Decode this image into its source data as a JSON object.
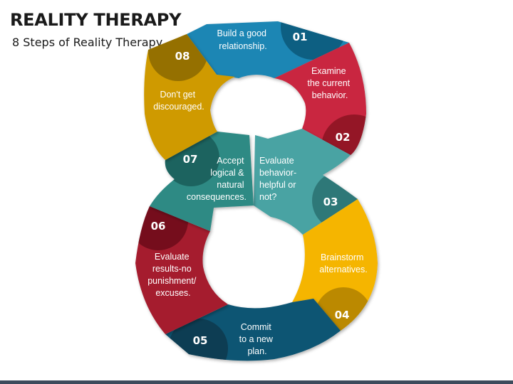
{
  "title": "REALITY THERAPY",
  "subtitle": "8 Steps of Reality Therapy",
  "colors": {
    "step1": "#1e86b4",
    "step2": "#c9273f",
    "step3": "#4aa3a3",
    "step4": "#f5b500",
    "step5": "#0f5573",
    "step6": "#a51d2e",
    "step7": "#2f8a84",
    "step8": "#cf9a00",
    "footer": "#3d4b5c"
  },
  "steps": [
    {
      "number": "01",
      "lines": [
        "Build a good",
        "relationship."
      ]
    },
    {
      "number": "02",
      "lines": [
        "Examine",
        "the current",
        "behavior."
      ]
    },
    {
      "number": "03",
      "lines": [
        "Evaluate",
        "behavior-",
        "helpful or",
        "not?"
      ]
    },
    {
      "number": "04",
      "lines": [
        "Brainstorm",
        "alternatives."
      ]
    },
    {
      "number": "05",
      "lines": [
        "Commit",
        "to a new",
        "plan."
      ]
    },
    {
      "number": "06",
      "lines": [
        "Evaluate",
        "results-no",
        "punishment/",
        "excuses."
      ]
    },
    {
      "number": "07",
      "lines": [
        "Accept",
        "logical &",
        "natural",
        "consequences."
      ]
    },
    {
      "number": "08",
      "lines": [
        "Don't get",
        "discouraged."
      ]
    }
  ]
}
